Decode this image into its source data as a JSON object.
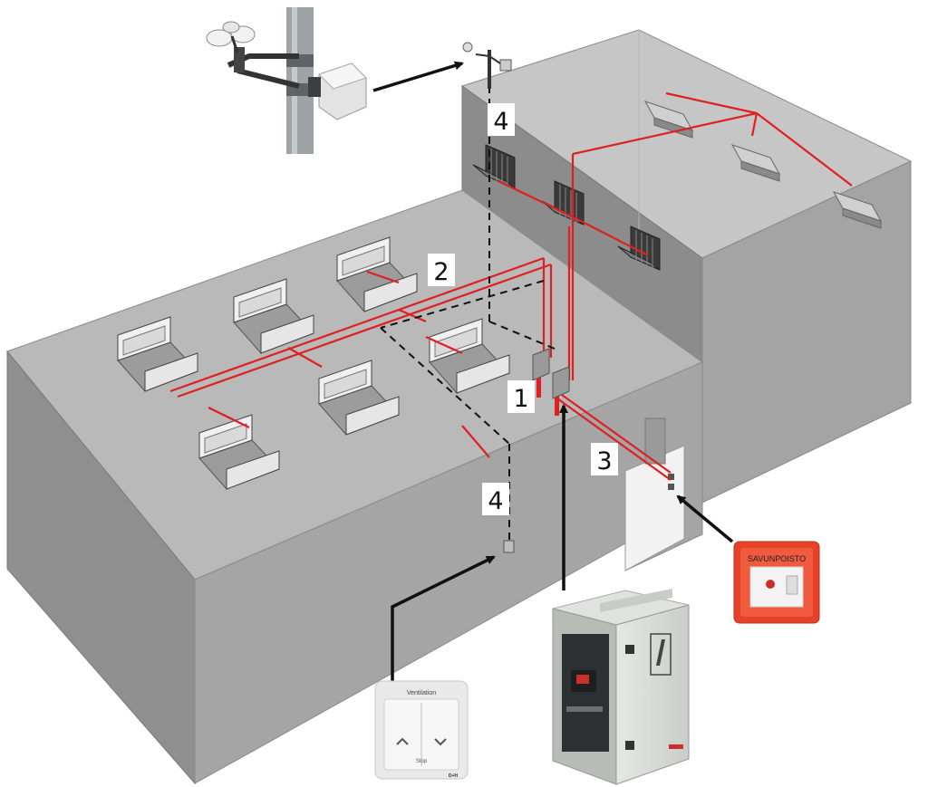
{
  "callouts": [
    {
      "key": "c1",
      "label": "1"
    },
    {
      "key": "c2",
      "label": "2"
    },
    {
      "key": "c3",
      "label": "3"
    },
    {
      "key": "c4_top",
      "label": "4"
    },
    {
      "key": "c4_bottom",
      "label": "4"
    }
  ],
  "devices": {
    "weather_station": {
      "icon": "anemometer-icon"
    },
    "control_panel": {
      "icon": "control-cabinet-icon"
    },
    "wall_switch": {
      "title": "Ventilation",
      "sub": "Stop",
      "brand": "D+H"
    },
    "smoke_button": {
      "label": "SAVUNPOISTO",
      "color": "#e8412a"
    }
  },
  "colors": {
    "wiring": "#e02020",
    "data_line": "#111111",
    "building": "#a9a9a9"
  }
}
